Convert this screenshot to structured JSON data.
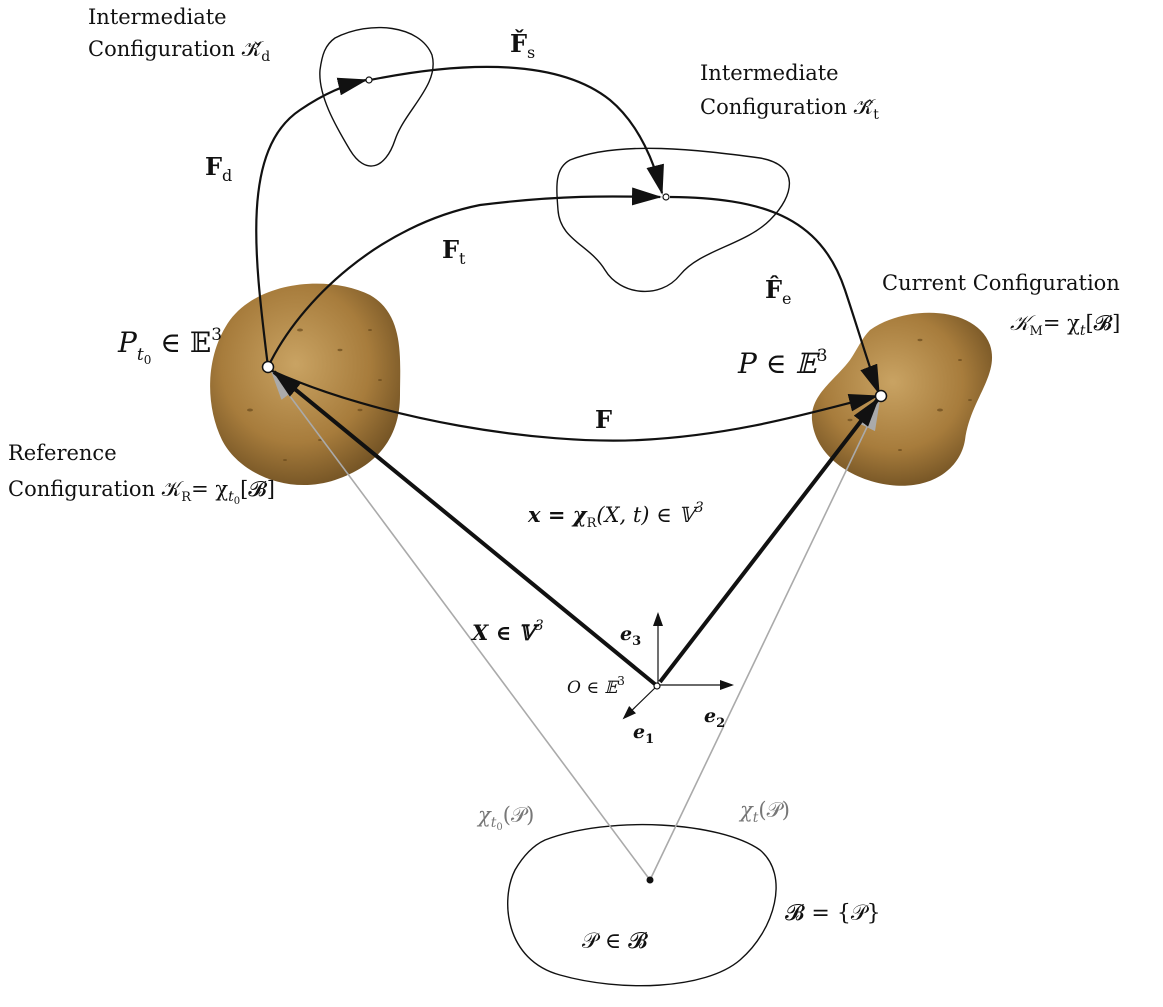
{
  "labels": {
    "inter_d_line1": "Intermediate",
    "inter_d_line2": "Configuration 𝒦̌",
    "inter_d_sub": "d",
    "inter_t_line1": "Intermediate",
    "inter_t_line2": "Configuration 𝒦̂",
    "inter_t_sub": "t",
    "F_s": "F̌",
    "F_s_sub": "s",
    "F_d": "F",
    "F_d_sub": "d",
    "F_t": "F",
    "F_t_sub": "t",
    "F_e": "F̂",
    "F_e_sub": "e",
    "F": "F",
    "current_line1": "Current Configuration",
    "current_line2": "𝒦",
    "current_sub": "M",
    "current_rest": "= χ",
    "current_rest_sub": "t",
    "current_rest2": "[𝓑]",
    "P_t0": "P",
    "P_t0_sub": "t",
    "P_t0_subsub": "0",
    "P_t0_rest": " ∈ 𝔼",
    "P_t0_sup": "3",
    "P": "P ∈ 𝔼",
    "P_sup": "3",
    "reference_line1": "Reference",
    "reference_line2": "Configuration 𝒦",
    "reference_sub": "R",
    "reference_rest": "= χ",
    "reference_rest_sub": "t",
    "reference_rest_subsub": "0",
    "reference_rest2": "[𝓑]",
    "x_map": "x = χ",
    "x_map_sub": "R",
    "x_map_rest": "(X, t) ∈ 𝕍",
    "x_map_sup": "3",
    "X_vec": "X ∈ 𝕍",
    "X_vec_sup": "3",
    "e3": "e",
    "e3_sub": "3",
    "e2": "e",
    "e2_sub": "2",
    "e1": "e",
    "e1_sub": "1",
    "origin": "O ∈ 𝔼",
    "origin_sup": "3",
    "chi_t0": "χ",
    "chi_t0_sub": "t",
    "chi_t0_subsub": "0",
    "chi_t0_rest": "(𝒫)",
    "chi_t": "χ",
    "chi_t_sub": "t",
    "chi_t_rest": "(𝒫)",
    "body_set": "𝓑 = {𝒫}",
    "particle": "𝒫 ∈ 𝓑"
  },
  "colors": {
    "ink": "#111111",
    "gray_ray": "#b0b0b0",
    "potato_light": "#b8924f",
    "potato_dark": "#7a5a2a"
  }
}
